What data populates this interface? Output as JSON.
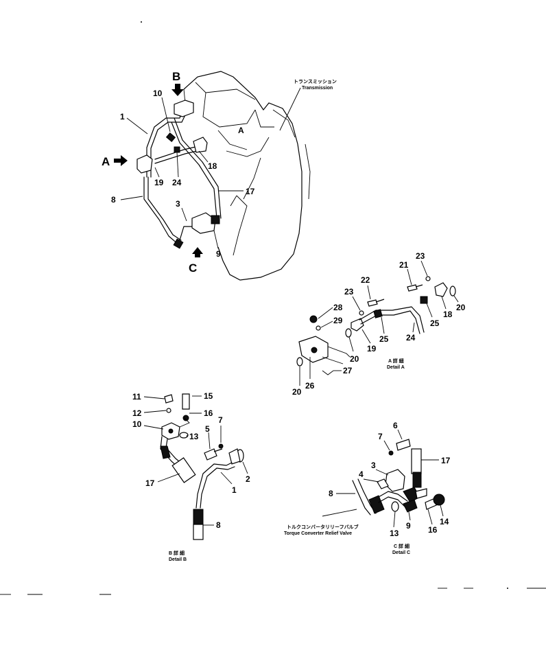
{
  "main": {
    "arrows": {
      "A": "A",
      "B": "B",
      "C": "C"
    },
    "transmission_jp": "トランスミッション",
    "transmission_en": "Transmission",
    "callouts": {
      "p1": "1",
      "p10": "10",
      "p18": "18",
      "p19": "19",
      "p24": "24",
      "p8": "8",
      "p3": "3",
      "p17": "17",
      "p9": "9",
      "hA": "A"
    }
  },
  "detail_a": {
    "title_jp": "A 詳 細",
    "title_en": "Detail A",
    "callouts": {
      "p21": "21",
      "p23a": "23",
      "p22": "22",
      "p23b": "23",
      "p28": "28",
      "p29": "29",
      "p20a": "20",
      "p25a": "25",
      "p24": "24",
      "p25b": "25",
      "p18": "18",
      "p20b": "20",
      "p19": "19",
      "p26": "26",
      "p27": "27",
      "p20c": "20"
    }
  },
  "detail_b": {
    "title_jp": "B 詳 細",
    "title_en": "Detail B",
    "callouts": {
      "p11": "11",
      "p12": "12",
      "p10": "10",
      "p15": "15",
      "p16": "16",
      "p13": "13",
      "p7": "7",
      "p5": "5",
      "p2": "2",
      "p17": "17",
      "p1": "1",
      "p8": "8"
    }
  },
  "detail_c": {
    "title_jp": "C 詳 細",
    "title_en": "Detail C",
    "valve_jp": "トルクコンバータリリーフバルブ",
    "valve_en": "Torque Converter Relief Valve",
    "callouts": {
      "p7": "7",
      "p6": "6",
      "p17": "17",
      "p3": "3",
      "p4": "4",
      "p8": "8",
      "p13": "13",
      "p9": "9",
      "p16": "16",
      "p14": "14"
    }
  }
}
